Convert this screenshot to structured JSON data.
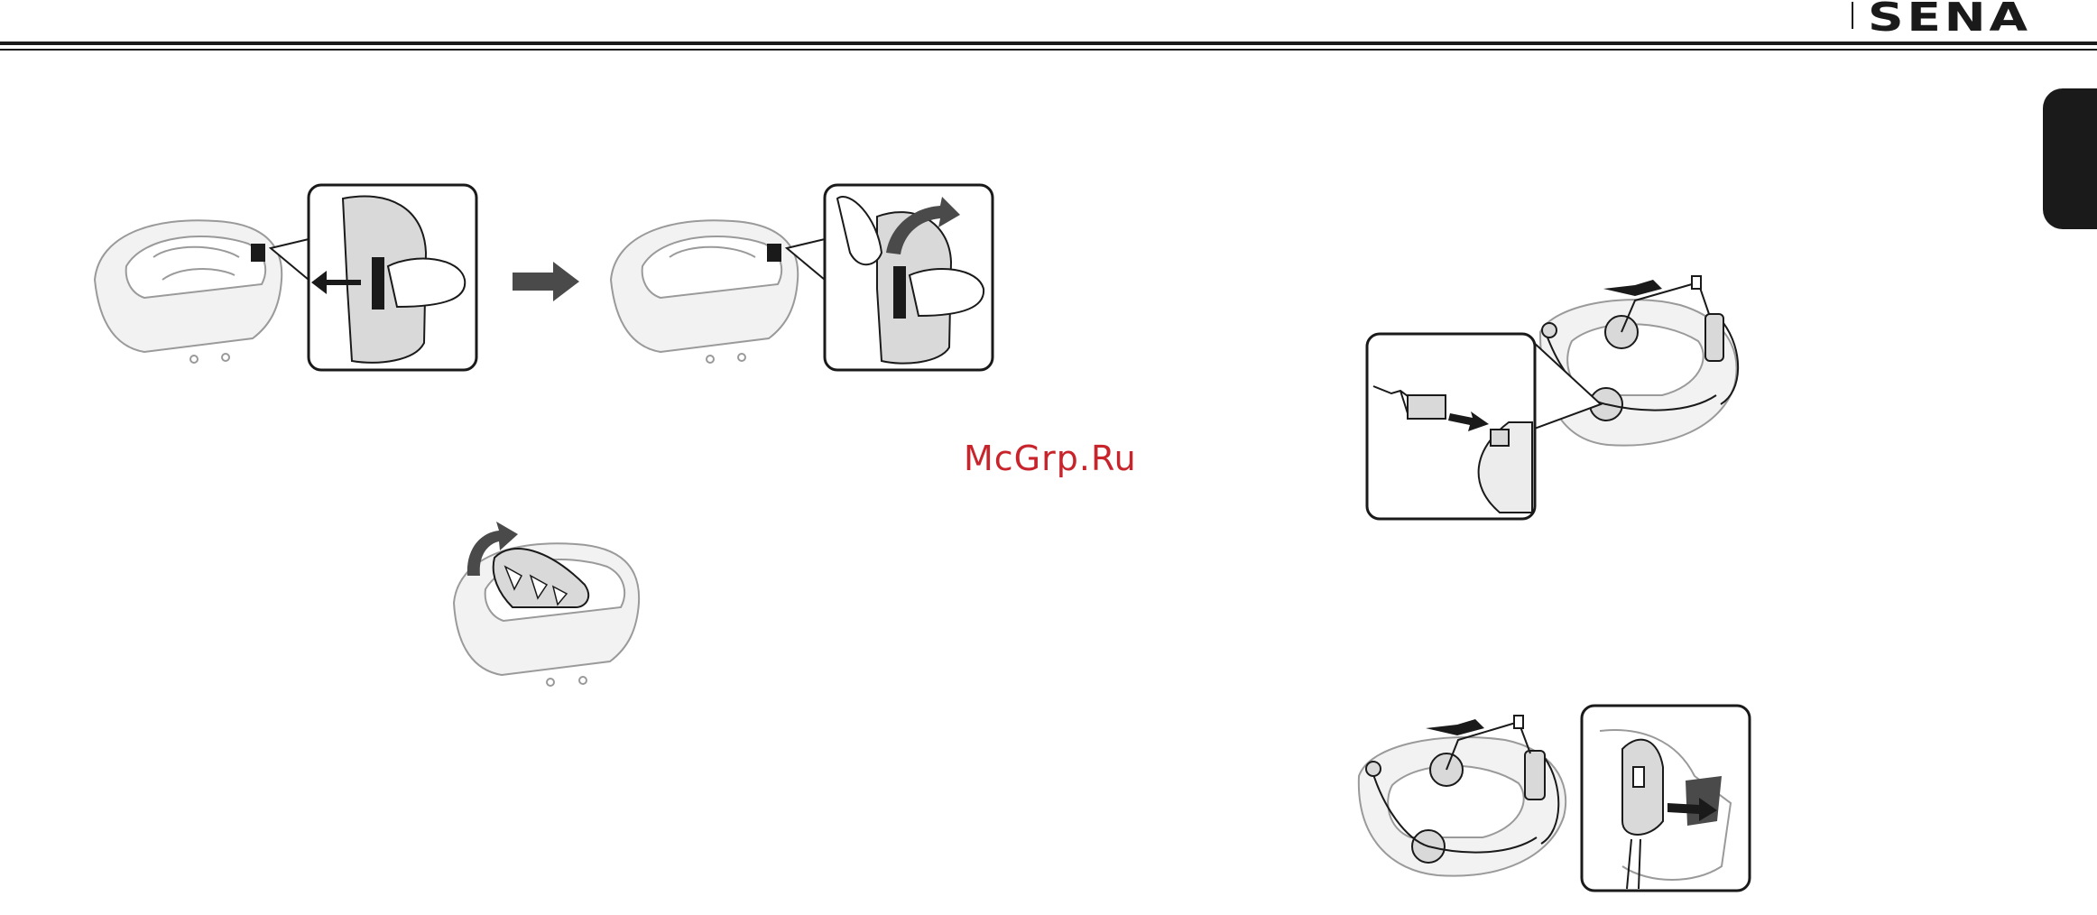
{
  "header": {
    "brand": "SENA"
  },
  "watermark": {
    "text": "McGrp.Ru"
  },
  "figures": {
    "helmet_clip_press": "helmet-clip-press",
    "helmet_clip_lift": "helmet-clip-lift",
    "helmet_cheek_pad": "helmet-cheek-pad",
    "mic_connect": "mic-connect",
    "unit_mount": "unit-mount"
  },
  "colors": {
    "ink": "#1a1a1a",
    "line": "#9a9a9a",
    "fill_gray": "#d9d9d9",
    "watermark": "#c8242c"
  }
}
